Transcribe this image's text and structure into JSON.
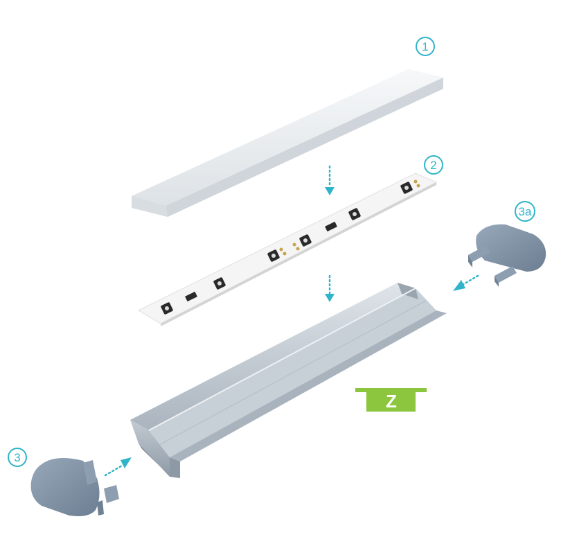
{
  "colors": {
    "callout": "#2fb4c9",
    "arrow": "#2fb4c9",
    "badge": "#8cc63f",
    "cap": "#7f93a7",
    "profile": "#b4bdc6",
    "cover": "#eef1f3",
    "strip": "#f4f4f4"
  },
  "callouts": {
    "cover": "1",
    "strip": "2",
    "cap_left": "3",
    "cap_right": "3a"
  },
  "badge": {
    "letter": "Z"
  }
}
